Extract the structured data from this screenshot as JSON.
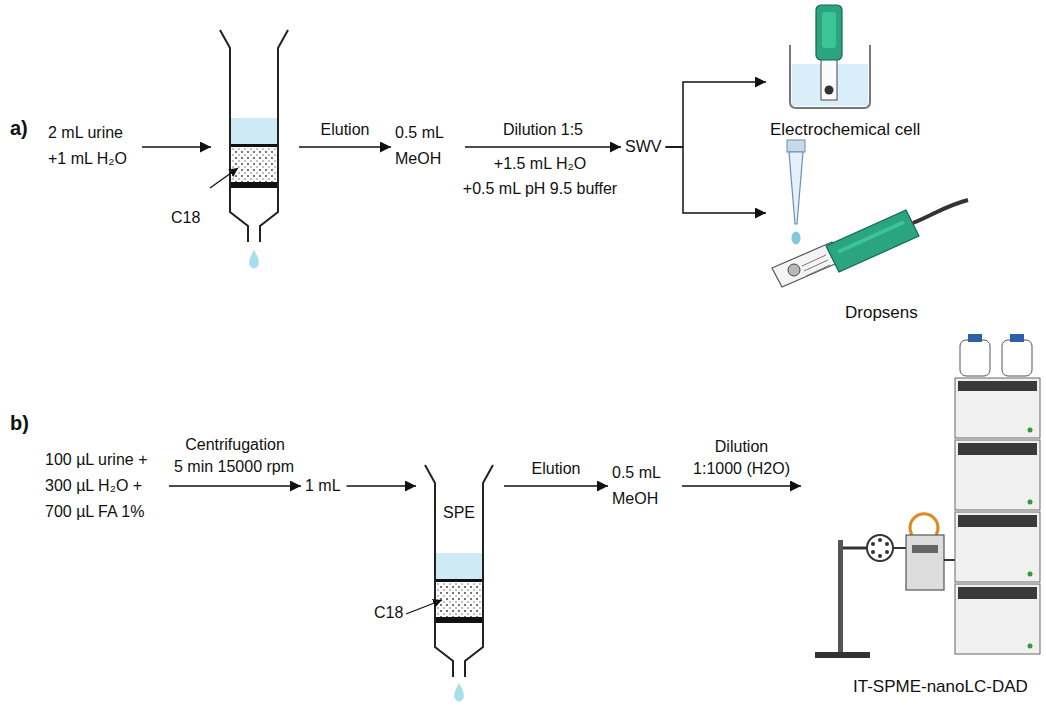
{
  "diagram": {
    "nodes": [
      {
        "text": [
          "2 mL urine +1 mL H₂O"
        ]
      },
      {
        "text": [
          "C18"
        ]
      },
      {
        "text": [
          "0.5 mL MeOH"
        ]
      },
      {
        "text": [
          "SWV"
        ]
      },
      {
        "text": [
          "Electrochemical cell"
        ]
      },
      {
        "text": [
          "Dropsens"
        ]
      },
      {
        "text": [
          "100 µL urine + 300 µL H₂O + 700 µL FA 1%"
        ]
      },
      {
        "text": [
          "1 mL"
        ]
      },
      {
        "text": [
          "SPE",
          "C18"
        ]
      },
      {
        "text": [
          "0.5 mL MeOH"
        ]
      },
      {
        "text": [
          "IT-SPME-nanoLC-DAD"
        ]
      }
    ],
    "edges": [
      {
        "from": 0,
        "to": 1,
        "arrow": "to"
      },
      {
        "from": 1,
        "to": 2,
        "label": "Elution",
        "arrow": "to"
      },
      {
        "from": 2,
        "to": 3,
        "label": "Dilution 1:5",
        "arrow": "to"
      },
      {
        "from": 3,
        "to": 4,
        "arrow": "to"
      },
      {
        "from": 3,
        "to": 5,
        "arrow": "to"
      },
      {
        "from": 6,
        "to": 7,
        "label": "Centrifugation",
        "arrow": "to"
      },
      {
        "from": 7,
        "to": 8,
        "arrow": "to"
      },
      {
        "from": 8,
        "to": 9,
        "label": "Elution",
        "arrow": "to"
      },
      {
        "from": 9,
        "to": 10,
        "label": "Dilution 1:1000 (H2O)",
        "arrow": "to"
      }
    ],
    "labels": [
      "a)",
      "+1.5 mL H₂O",
      "+0.5 mL pH 9.5 buffer",
      "b)",
      "5 min 15000 rpm"
    ]
  }
}
